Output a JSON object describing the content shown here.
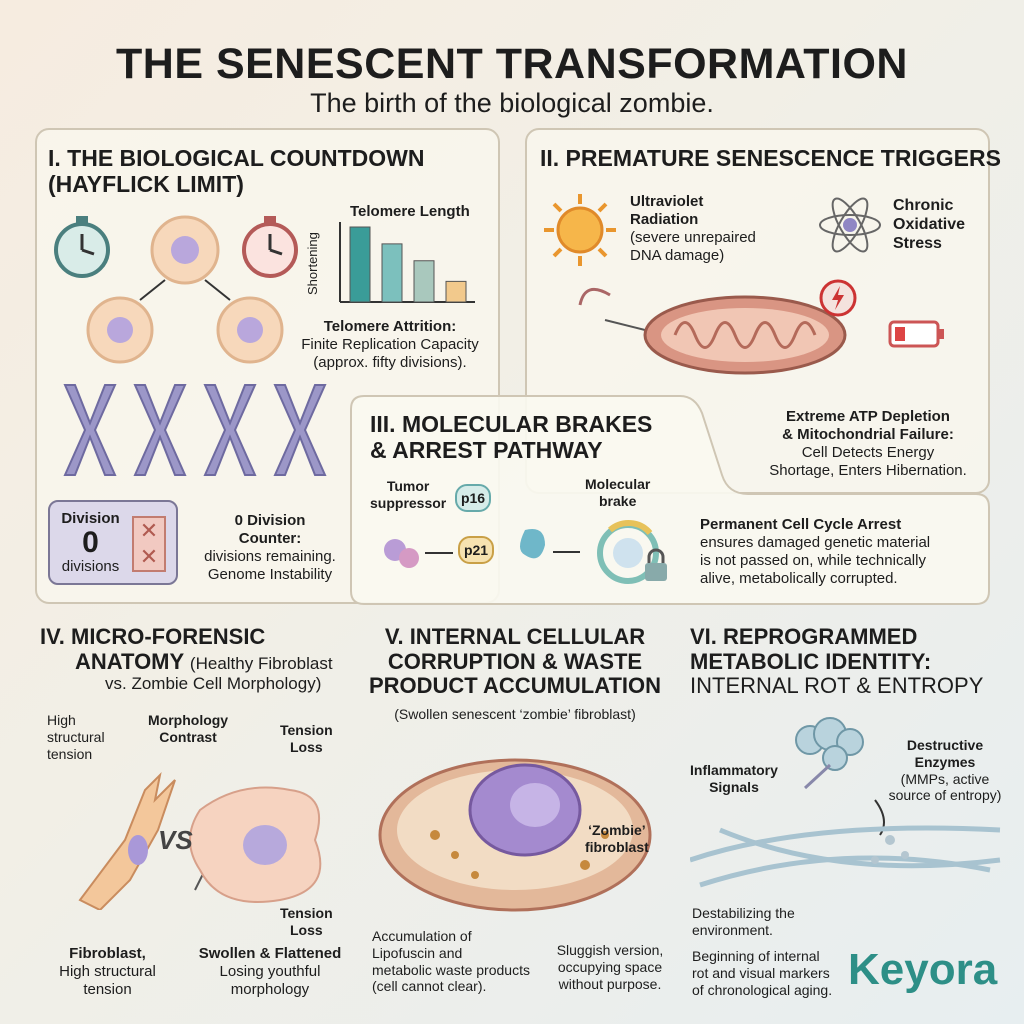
{
  "title": "THE SENESCENT TRANSFORMATION",
  "subtitle": "The birth of the biological zombie.",
  "panel1": {
    "heading_line1": "I. THE BIOLOGICAL COUNTDOWN",
    "heading_line2": "(HAYFLICK LIMIT)",
    "chart_title": "Telomere Length",
    "chart_ylabel": "Shortening",
    "telomere_bars": [
      4,
      3.1,
      2.2,
      1.1
    ],
    "bar_colors": [
      "#3a9c98",
      "#7cc0bd",
      "#a9c8bd",
      "#f2c98c"
    ],
    "attrition_title": "Telomere Attrition:",
    "attrition_l1": "Finite Replication Capacity",
    "attrition_l2": "(approx. fifty divisions).",
    "counter_label": "Division",
    "counter_value": "0",
    "counter_unit": "divisions",
    "counter_title_l1": "0 Division",
    "counter_title_l2": "Counter:",
    "counter_desc_l1": "divisions remaining.",
    "counter_desc_l2": "Genome Instability"
  },
  "panel2": {
    "heading": "II. PREMATURE SENESCENCE TRIGGERS",
    "uv_title_l1": "Ultraviolet",
    "uv_title_l2": "Radiation",
    "uv_desc_l1": "(severe unrepaired",
    "uv_desc_l2": "DNA damage)",
    "ox_l1": "Chronic",
    "ox_l2": "Oxidative",
    "ox_l3": "Stress",
    "atp_l1": "Extreme ATP Depletion",
    "atp_l2": "& Mitochondrial Failure:",
    "atp_l3": "Cell Detects Energy",
    "atp_l4": "Shortage, Enters Hibernation."
  },
  "panel3": {
    "heading_l1": "III. MOLECULAR BRAKES",
    "heading_l2": "& ARREST PATHWAY",
    "tumor_l1": "Tumor",
    "tumor_l2": "suppressor",
    "p16": "p16",
    "p21": "p21",
    "brake_l1": "Molecular",
    "brake_l2": "brake",
    "arrest_title": "Permanent Cell Cycle Arrest",
    "arrest_l1": "ensures damaged genetic material",
    "arrest_l2": "is not passed on, while technically",
    "arrest_l3": "alive, metabolically corrupted."
  },
  "panel4": {
    "heading_l1": "IV. MICRO-FORENSIC",
    "heading_l2": "ANATOMY",
    "heading_sub1": "(Healthy Fibroblast",
    "heading_sub2": "vs. Zombie Cell Morphology)",
    "high_l1": "High",
    "high_l2": "structural",
    "high_l3": "tension",
    "morph_l1": "Morphology",
    "morph_l2": "Contrast",
    "tension_l1": "Tension",
    "tension_l2": "Loss",
    "vs": "VS",
    "tension2_l1": "Tension",
    "tension2_l2": "Loss",
    "fib_l1": "Fibroblast,",
    "fib_l2": "High structural",
    "fib_l3": "tension",
    "swollen_l1": "Swollen & Flattened",
    "swollen_l2": "Losing youthful",
    "swollen_l3": "morphology"
  },
  "panel5": {
    "heading_l1": "V. INTERNAL CELLULAR",
    "heading_l2": "CORRUPTION & WASTE",
    "heading_l3": "PRODUCT ACCUMULATION",
    "sub": "(Swollen senescent ‘zombie’ fibroblast)",
    "zombie_l1": "‘Zombie’",
    "zombie_l2": "fibroblast",
    "acc_l1": "Accumulation of",
    "acc_l2": "Lipofuscin and",
    "acc_l3": "metabolic waste products",
    "acc_l4": "(cell cannot clear).",
    "slug_l1": "Sluggish version,",
    "slug_l2": "occupying space",
    "slug_l3": "without purpose."
  },
  "panel6": {
    "heading_l1": "VI. REPROGRAMMED",
    "heading_l2": "METABOLIC IDENTITY:",
    "heading_l3": "INTERNAL ROT & ENTROPY",
    "infl_l1": "Inflammatory",
    "infl_l2": "Signals",
    "enz_l1": "Destructive",
    "enz_l2": "Enzymes",
    "enz_l3": "(MMPs, active",
    "enz_l4": "source of entropy)",
    "dest_l1": "Destabilizing the",
    "dest_l2": "environment.",
    "begin_l1": "Beginning of internal",
    "begin_l2": "rot and visual markers",
    "begin_l3": "of chronological aging.",
    "logo": "Keyora"
  }
}
